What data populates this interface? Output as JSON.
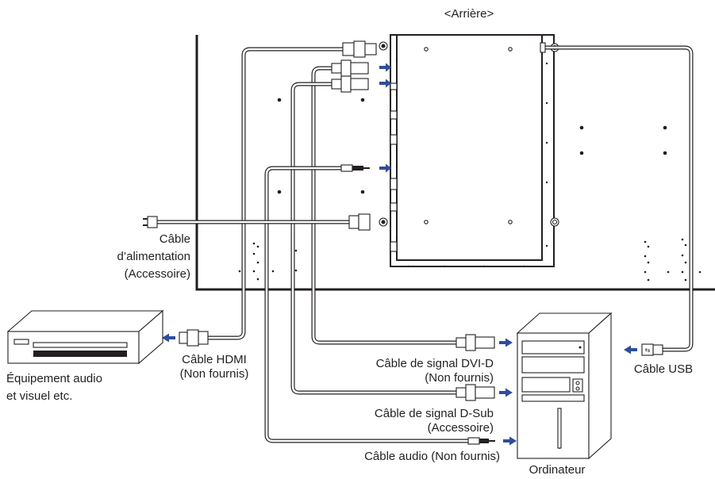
{
  "labels": {
    "rear": "<Arrière>",
    "power_cable": [
      "Câble",
      "d’alimentation",
      "(Accessoire)"
    ],
    "hdmi_cable": [
      "Câble HDMI",
      "(Non fournis)"
    ],
    "av_equipment": [
      "Équipement audio",
      "et visuel etc."
    ],
    "dvi_cable": [
      "Câble de signal DVI-D",
      "(Non fournis)"
    ],
    "dsub_cable": [
      "Câble de signal D-Sub",
      "(Accessoire)"
    ],
    "audio_cable": "Câble audio (Non fournis)",
    "computer": "Ordinateur",
    "usb_cable": "Câble USB"
  },
  "colors": {
    "line": "#231f20",
    "arrow": "#2e4d9a",
    "background": "#ffffff"
  }
}
